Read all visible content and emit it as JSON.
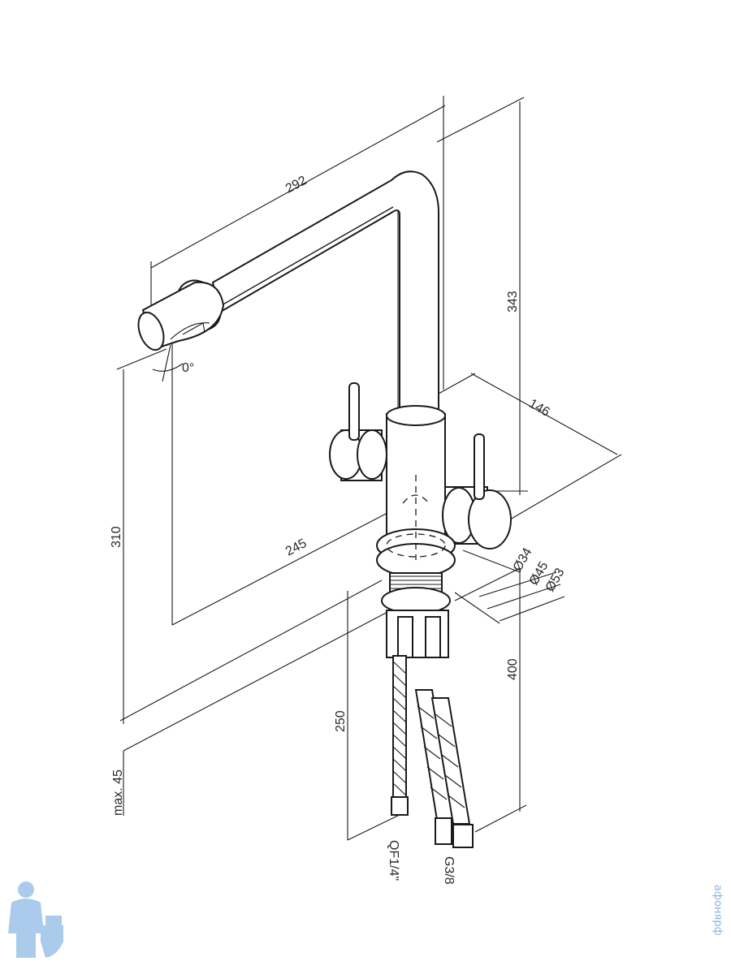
{
  "dimensions": {
    "reach": "292",
    "spout_height": "343",
    "handle_span": "146",
    "total_height": "310",
    "spout_to_base": "245",
    "hose_length": "400",
    "hose_short": "250",
    "counter_thickness": "max. 45",
    "rotation": "0°"
  },
  "diameters": [
    "Ø34",
    "Ø45",
    "Ø53"
  ],
  "connections": {
    "filter_hose": "QF1/4\"",
    "main_hose": "G3/8"
  },
  "watermark": {
    "text": "афонярф",
    "color": "#8ab4e0"
  }
}
